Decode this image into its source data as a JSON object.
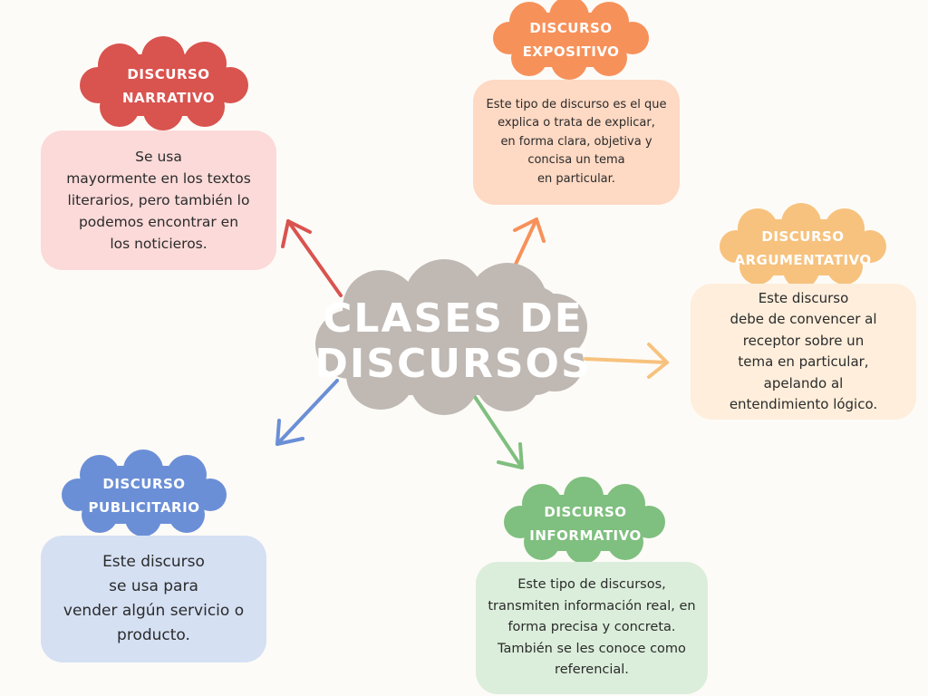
{
  "center": {
    "title": "CLASES DE\nDISCURSOS",
    "color": "#bfb8b3"
  },
  "nodes": {
    "narrativo": {
      "label": "DISCURSO\nNARRATIVO",
      "text": "Se usa\nmayormente en los textos\nliterarios, pero también lo\npodemos encontrar en\nlos noticieros.",
      "color": "#d9534f",
      "box_color": "#fbdad9",
      "arrow_color": "#d9534f"
    },
    "expositivo": {
      "label": "DISCURSO\nEXPOSITIVO",
      "text": "Este tipo de discurso es el que\nexplica o trata de explicar,\nen forma clara, objetiva y\nconcisa un tema\nen particular.",
      "color": "#f7915a",
      "box_color": "#fed9c3",
      "arrow_color": "#f7915a"
    },
    "argumentativo": {
      "label": "DISCURSO\nARGUMENTATIVO",
      "text": "Este discurso\ndebe de convencer al\nreceptor sobre un\ntema en particular,\napelando al\nentendimiento lógico.",
      "color": "#f7c27e",
      "box_color": "#feeedb",
      "arrow_color": "#f7c27e"
    },
    "publicitario": {
      "label": "DISCURSO\nPUBLICITARIO",
      "text": "Este discurso\nse usa para\nvender algún servicio o\nproducto.",
      "color": "#6b8fd6",
      "box_color": "#d5e0f3",
      "arrow_color": "#6b8fd6"
    },
    "informativo": {
      "label": "DISCURSO\nINFORMATIVO",
      "text": "Este tipo de discursos,\ntransmiten información real, en\nforma precisa y concreta.\nTambién se les conoce como\nreferencial.",
      "color": "#7fbf7f",
      "box_color": "#dbeedb",
      "arrow_color": "#7fbf7f"
    }
  }
}
